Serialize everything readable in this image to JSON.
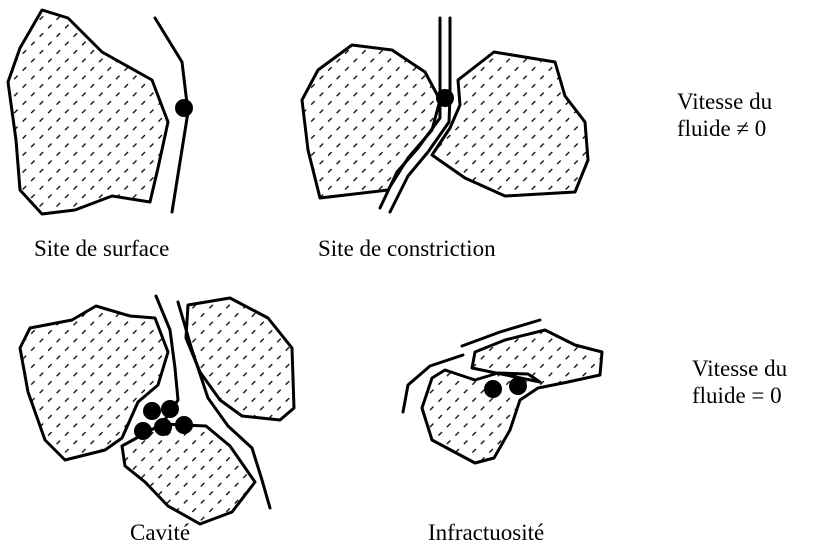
{
  "captions": {
    "surface": "Site de surface",
    "constriction": "Site de constriction",
    "cavity": "Cavité",
    "crevice": "Infractuosité"
  },
  "fluid": {
    "moving": {
      "line1": "Vitesse du",
      "line2": "fluide ≠ 0"
    },
    "still": {
      "line1": "Vitesse du",
      "line2": "fluide = 0"
    }
  },
  "colors": {
    "ink": "#000000",
    "grain_fill": "#ffffff",
    "particle": "#000000"
  }
}
